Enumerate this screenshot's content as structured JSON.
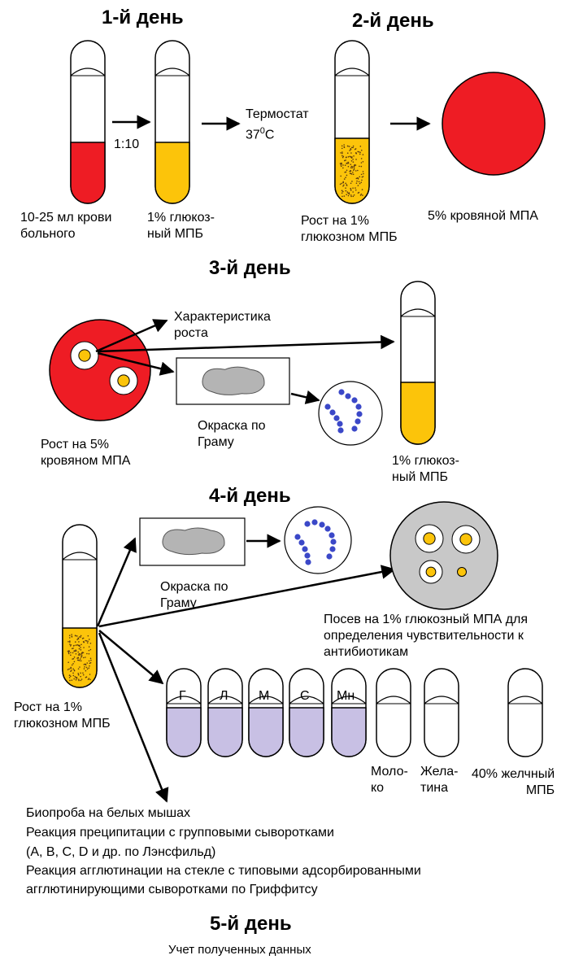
{
  "colors": {
    "blood": "#ee1c24",
    "broth_yellow": "#fcc40a",
    "stain_blue": "#3b48c8",
    "plate_gray": "#c8c8c8",
    "violet_tube": "#c8c0e4",
    "outline": "#000000"
  },
  "days": {
    "d1": "1-й день",
    "d2": "2-й день",
    "d3": "3-й день",
    "d4": "4-й день",
    "d5": "5-й день"
  },
  "day1": {
    "ratio": "1:10",
    "blood_label": "10-25 мл крови\nбольного",
    "broth_label": "1% глюкоз-\nный МПБ",
    "thermostat_line1": "Термостат",
    "thermostat_temp": "37",
    "thermostat_sup": "0",
    "thermostat_unit": "С"
  },
  "day2": {
    "growth_label": "Рост на 1%\nглюкозном МПБ",
    "plate_label": "5% кровяной МПА"
  },
  "day3": {
    "characteristic": "Характеристика\nроста",
    "gram_label": "Окраска по\nГраму",
    "plate_label": "Рост на 5%\nкровяном МПА",
    "tube_label": "1% глюкоз-\nный МПБ"
  },
  "day4": {
    "gram_label": "Окраска по\nГраму",
    "sensitivity": "Посев на 1% глюкозный МПА для\nопределения чувствительности к\nантибиотикам",
    "growth_label": "Рост на 1%\nглюкозном МПБ",
    "sugar_tubes": [
      "Г",
      "Л",
      "М",
      "С",
      "Мн"
    ],
    "milk": "Моло-\nко",
    "gelatin": "Жела-\nтина",
    "bile": "40% желчный\nМПБ",
    "tests": [
      "Биопроба на белых мышах",
      "Реакция преципитации с групповыми сыворотками",
      "(А, В, С, D и др. по Лэнсфильд)",
      "Реакция агглютинации на стекле с типовыми адсорбированными",
      "агглютинирующими сыворотками по Гриффитсу"
    ]
  },
  "day5": {
    "result": "Учет полученных данных"
  }
}
